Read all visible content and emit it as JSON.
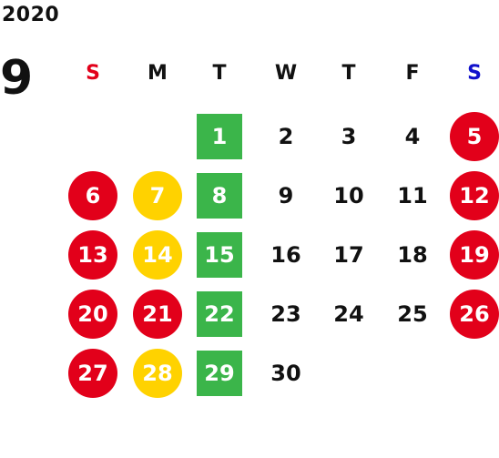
{
  "year": "2020",
  "month": "9",
  "weekdays": [
    {
      "label": "S",
      "color": "#e2001a"
    },
    {
      "label": "M",
      "color": "#111111"
    },
    {
      "label": "T",
      "color": "#111111"
    },
    {
      "label": "W",
      "color": "#111111"
    },
    {
      "label": "T",
      "color": "#111111"
    },
    {
      "label": "F",
      "color": "#111111"
    },
    {
      "label": "S",
      "color": "#1111cc"
    }
  ],
  "colors": {
    "red": "#e2001a",
    "yellow": "#ffd200",
    "green": "#3bb54a"
  },
  "days": [
    {
      "day": "1",
      "col": 2,
      "row": 0,
      "mark": "green"
    },
    {
      "day": "2",
      "col": 3,
      "row": 0,
      "mark": ""
    },
    {
      "day": "3",
      "col": 4,
      "row": 0,
      "mark": ""
    },
    {
      "day": "4",
      "col": 5,
      "row": 0,
      "mark": ""
    },
    {
      "day": "5",
      "col": 6,
      "row": 0,
      "mark": "red"
    },
    {
      "day": "6",
      "col": 0,
      "row": 1,
      "mark": "red"
    },
    {
      "day": "7",
      "col": 1,
      "row": 1,
      "mark": "yellow"
    },
    {
      "day": "8",
      "col": 2,
      "row": 1,
      "mark": "green"
    },
    {
      "day": "9",
      "col": 3,
      "row": 1,
      "mark": ""
    },
    {
      "day": "10",
      "col": 4,
      "row": 1,
      "mark": ""
    },
    {
      "day": "11",
      "col": 5,
      "row": 1,
      "mark": ""
    },
    {
      "day": "12",
      "col": 6,
      "row": 1,
      "mark": "red"
    },
    {
      "day": "13",
      "col": 0,
      "row": 2,
      "mark": "red"
    },
    {
      "day": "14",
      "col": 1,
      "row": 2,
      "mark": "yellow"
    },
    {
      "day": "15",
      "col": 2,
      "row": 2,
      "mark": "green"
    },
    {
      "day": "16",
      "col": 3,
      "row": 2,
      "mark": ""
    },
    {
      "day": "17",
      "col": 4,
      "row": 2,
      "mark": ""
    },
    {
      "day": "18",
      "col": 5,
      "row": 2,
      "mark": ""
    },
    {
      "day": "19",
      "col": 6,
      "row": 2,
      "mark": "red"
    },
    {
      "day": "20",
      "col": 0,
      "row": 3,
      "mark": "red"
    },
    {
      "day": "21",
      "col": 1,
      "row": 3,
      "mark": "red"
    },
    {
      "day": "22",
      "col": 2,
      "row": 3,
      "mark": "green"
    },
    {
      "day": "23",
      "col": 3,
      "row": 3,
      "mark": ""
    },
    {
      "day": "24",
      "col": 4,
      "row": 3,
      "mark": ""
    },
    {
      "day": "25",
      "col": 5,
      "row": 3,
      "mark": ""
    },
    {
      "day": "26",
      "col": 6,
      "row": 3,
      "mark": "red"
    },
    {
      "day": "27",
      "col": 0,
      "row": 4,
      "mark": "red"
    },
    {
      "day": "28",
      "col": 1,
      "row": 4,
      "mark": "yellow"
    },
    {
      "day": "29",
      "col": 2,
      "row": 4,
      "mark": "green"
    },
    {
      "day": "30",
      "col": 3,
      "row": 4,
      "mark": ""
    }
  ]
}
